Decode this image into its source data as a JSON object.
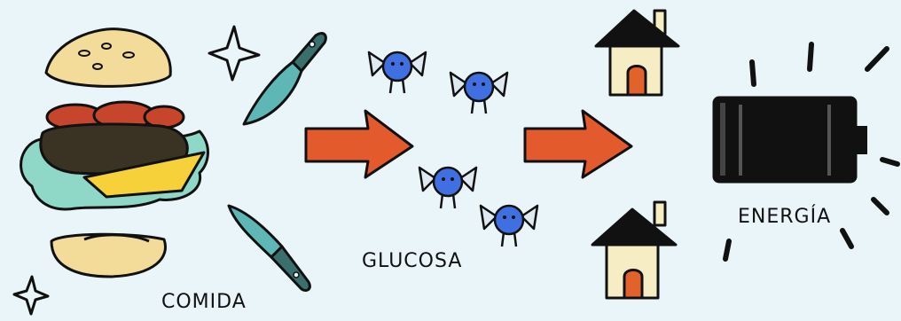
{
  "labels": {
    "food": "COMIDA",
    "glucose": "GLUCOSA",
    "energy": "ENERGÍA"
  },
  "palette": {
    "background": "#e9f5f8",
    "arrow": "#e35a2c",
    "glucose": "#3f6fe0",
    "knife": "#5fb7b5",
    "bun": "#f3dc9a",
    "patty": "#3a3324",
    "tomato": "#c6452c",
    "lettuce": "#8fd8c8",
    "cheese": "#f6d13a",
    "house_wall": "#f6edc4",
    "house_door": "#e2622c",
    "battery": "#111111"
  },
  "icons": [
    "sparkle-icon",
    "knife-icon",
    "arrow-right-icon",
    "glucose-molecule-icon",
    "house-icon",
    "battery-icon"
  ]
}
